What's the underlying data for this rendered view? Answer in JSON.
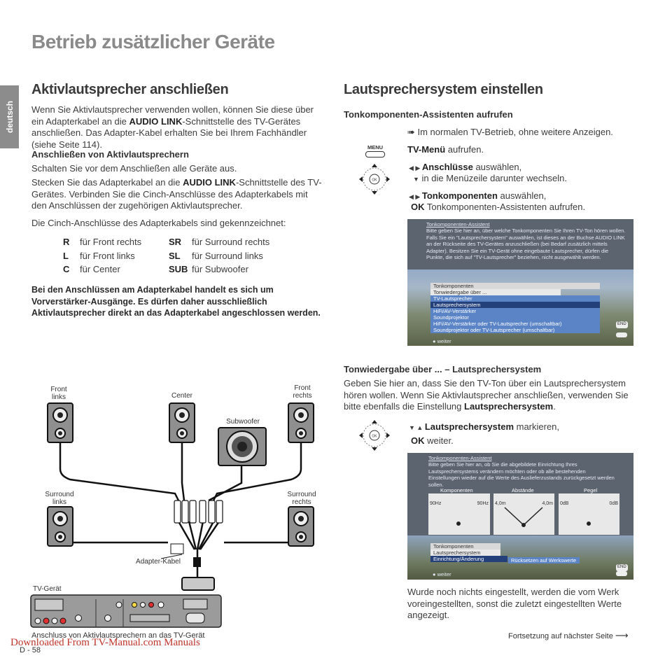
{
  "page_title": "Betrieb zusätzlicher Geräte",
  "lang_tab": "deutsch",
  "left": {
    "heading": "Aktivlautsprecher anschließen",
    "intro_1": "Wenn Sie Aktivlautsprecher verwenden wollen, können Sie diese über ein Adapterkabel an die ",
    "intro_bold": "AUDIO LINK",
    "intro_2": "-Schnittstelle des TV-Gerätes anschließen. Das Adapter-Kabel erhalten Sie bei Ihrem Fachhändler (siehe Seite 114).",
    "sub1": "Anschließen von Aktivlautsprechern",
    "p1": "Schalten Sie vor dem Anschließen alle Geräte aus.",
    "p2_1": "Stecken Sie das Adapterkabel an die ",
    "p2_bold": "AUDIO LINK",
    "p2_2": "-Schnittstelle des TV-Gerätes. Verbinden Sie die Cinch-Anschlüsse des Adapterkabels mit den Anschlüssen der zugehörigen Aktivlautsprecher.",
    "p3": "Die Cinch-Anschlüsse des Adapterkabels sind gekennzeichnet:",
    "codes": [
      {
        "k1": "R",
        "v1": "für Front rechts",
        "k2": "SR",
        "v2": "für Surround rechts"
      },
      {
        "k1": "L",
        "v1": "für Front links",
        "k2": "SL",
        "v2": "für Surround links"
      },
      {
        "k1": "C",
        "v1": "für Center",
        "k2": "SUB",
        "v2": "für Subwoofer"
      }
    ],
    "warning": "Bei den Anschlüssen am Adapterkabel handelt es sich um Vorverstärker-Ausgänge. Es dürfen daher ausschließlich Aktivlautsprecher direkt an das Adapterkabel angeschlossen werden."
  },
  "diagram": {
    "front_left_1": "Front",
    "front_left_2": "links",
    "center": "Center",
    "front_right_1": "Front",
    "front_right_2": "rechts",
    "subwoofer": "Subwoofer",
    "surround_left_1": "Surround",
    "surround_left_2": "links",
    "surround_right_1": "Surround",
    "surround_right_2": "rechts",
    "adapter": "Adapter-Kabel",
    "tv": "TV-Gerät",
    "caption": "Anschluss von Aktivlautsprechern an das TV-Gerät"
  },
  "right": {
    "heading": "Lautsprechersystem einstellen",
    "sub1": "Tonkomponenten-Assistenten aufrufen",
    "step1": "➠ Im normalen TV-Betrieb, ohne weitere Anzeigen.",
    "menu_key": "MENU",
    "step2_bold": "TV-Menü",
    "step2": " aufrufen.",
    "step3_bold": "Anschlüsse",
    "step3": " auswählen,",
    "step3b": " in die Menüzeile darunter wechseln.",
    "step4_bold": "Tonkomponenten",
    "step4": " auswählen,",
    "step4_ok": "OK",
    "step4b": "Tonkomponenten-Assistenten aufrufen.",
    "osd1": {
      "title": "Tonkomponenten-Assistent",
      "body": "Bitte geben Sie hier an, über welche Tonkomponenten Sie Ihren TV-Ton hören wollen. Falls Sie ein \"Lautsprechersystem\" auswählen, ist dieses an der Buchse AUDIO LINK an der Rückseite des TV-Gerätes anzuschließen (bei Bedarf zusätzlich mittels Adapter). Besitzen Sie ein TV-Gerät ohne eingebaute Lautsprecher, dürfen die Punkte, die sich auf \"TV-Lautsprecher\" beziehen, nicht ausgewählt werden.",
      "menu": [
        "Tonkomponenten",
        "Tonwiedergabe über ...",
        "TV-Lautsprecher",
        "Lautsprechersystem",
        "HiFi/AV-Verstärker",
        "Soundprojektor",
        "HiFi/AV-Verstärker oder TV-Lautsprecher (umschaltbar)",
        "Soundprojektor oder TV-Lautsprecher (umschaltbar)"
      ],
      "next": "weiter",
      "end": "END"
    },
    "sub2": "Tonwiedergabe über ... – Lautsprechersystem",
    "p2_1": "Geben Sie hier an, dass Sie den TV-Ton über ein Lautsprechersystem hören wollen. Wenn Sie Aktivlautsprecher anschließen, verwenden Sie bitte ebenfalls die Einstellung ",
    "p2_bold": "Lautsprechersystem",
    "p2_2": ".",
    "step5_bold": "Lautsprechersystem",
    "step5": " markieren,",
    "step5_ok": "OK",
    "step5b": "weiter.",
    "osd2": {
      "title": "Tonkomponenten-Assistent",
      "body": "Bitte geben Sie hier an, ob Sie die abgebildete Einrichtung Ihres Lautsprechersystems verändern möchten oder ob alle bestehenden Einstellungen wieder auf die Werte des Auslieferzustands zurückgesetzt werden sollen.",
      "col1": "Komponenten",
      "col2": "Abstände",
      "col3": "Pegel",
      "hz1": "90Hz",
      "hz2": "90Hz",
      "m1": "4,0m",
      "m2": "4,0m",
      "db1": "0dB",
      "db2": "0dB",
      "menu": [
        "Tonkomponenten",
        "Lautsprechersystem",
        "Einrichtung/Änderung"
      ],
      "reset": "Rücksetzen auf Werkswerte",
      "next": "weiter",
      "end": "END"
    },
    "p3": "Wurde noch nichts eingestellt, werden die vom Werk voreingestellten, sonst die zuletzt eingestellten Werte angezeigt.",
    "continue": "Fortsetzung auf nächster Seite"
  },
  "footer": {
    "link": "Downloaded From TV-Manual.com Manuals",
    "page": "D - 58"
  }
}
